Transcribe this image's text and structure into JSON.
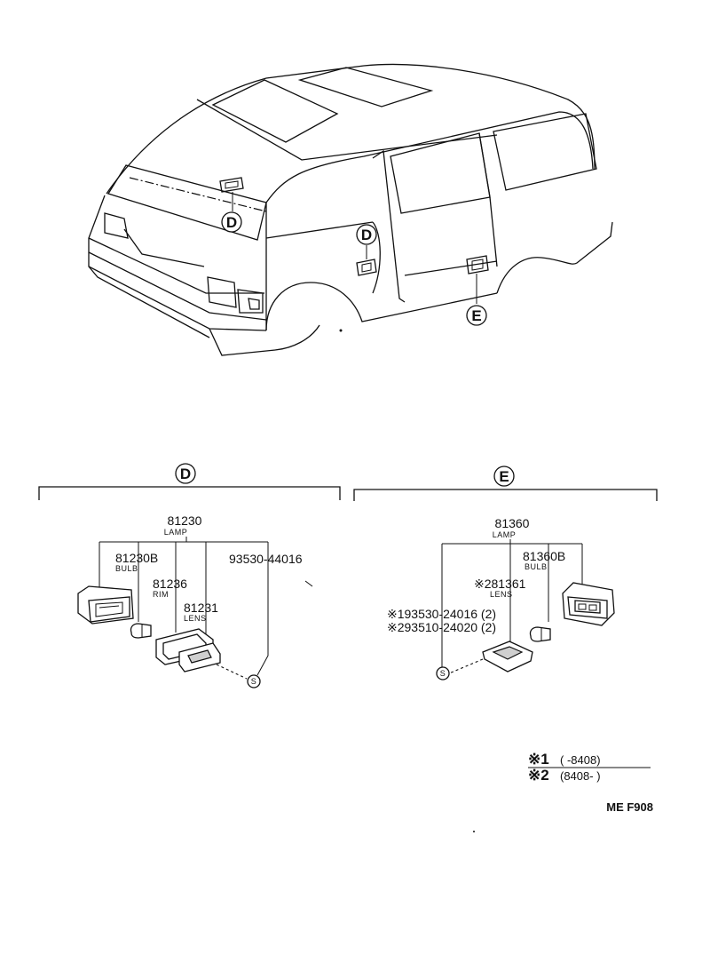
{
  "callouts": {
    "roof": "D",
    "side": "D",
    "step": "E"
  },
  "section_d": {
    "heading": "D",
    "lamp_pn": "81230",
    "lamp_desc": "LAMP",
    "bulb_pn": "81230B",
    "bulb_desc": "BULB",
    "rim_pn": "81236",
    "rim_desc": "RIM",
    "lens_pn": "81231",
    "lens_desc": "LENS",
    "screw_pn": "93530-44016",
    "screw_sym": "S"
  },
  "section_e": {
    "heading": "E",
    "lamp_pn": "81360",
    "lamp_desc": "LAMP",
    "bulb_pn": "81360B",
    "bulb_desc": "BULB",
    "lens_pn": "※281361",
    "lens_desc": "LENS",
    "screw1": "※193530-24016 (2)",
    "screw2": "※293510-24020 (2)",
    "screw_sym": "S"
  },
  "notes": {
    "n1_mark": "※1",
    "n1_text": "(       -8408)",
    "n2_mark": "※2",
    "n2_text": "(8408-       )"
  },
  "figure_code": "ME F908"
}
